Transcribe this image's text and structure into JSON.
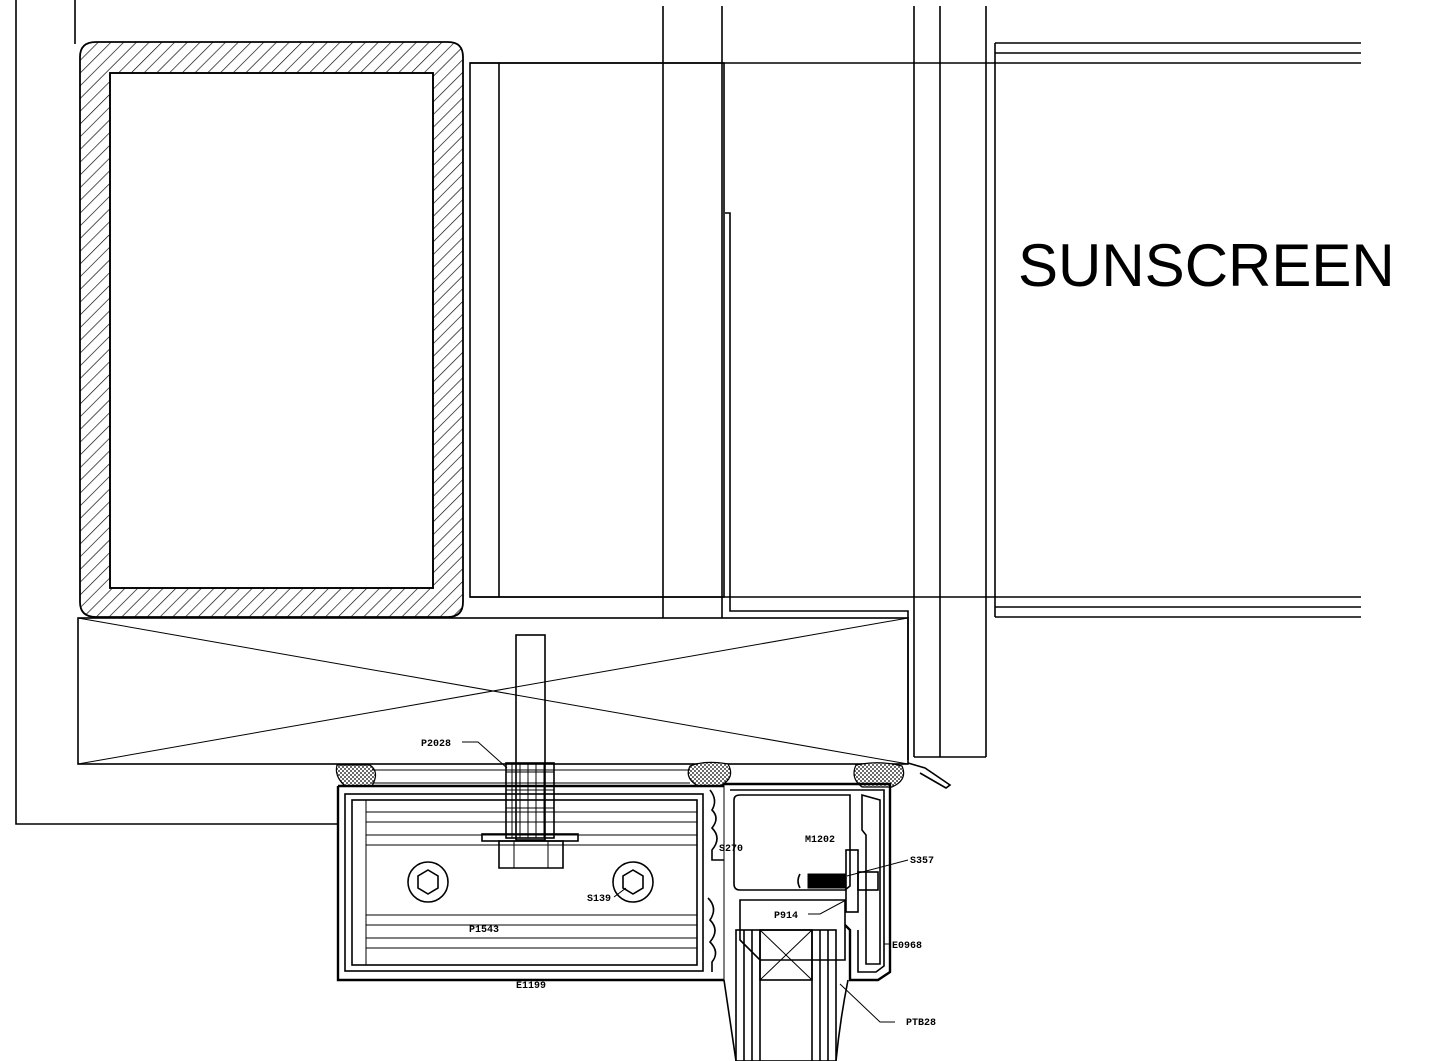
{
  "drawing": {
    "main_label": "SUNSCREEN",
    "callouts": {
      "p2028": "P2028",
      "s270": "S270",
      "m1202": "M1202",
      "s357": "S357",
      "p914": "P914",
      "s139": "S139",
      "p1543": "P1543",
      "e0968": "E0968",
      "e1199": "E1199",
      "ptb28": "PTB28"
    }
  }
}
